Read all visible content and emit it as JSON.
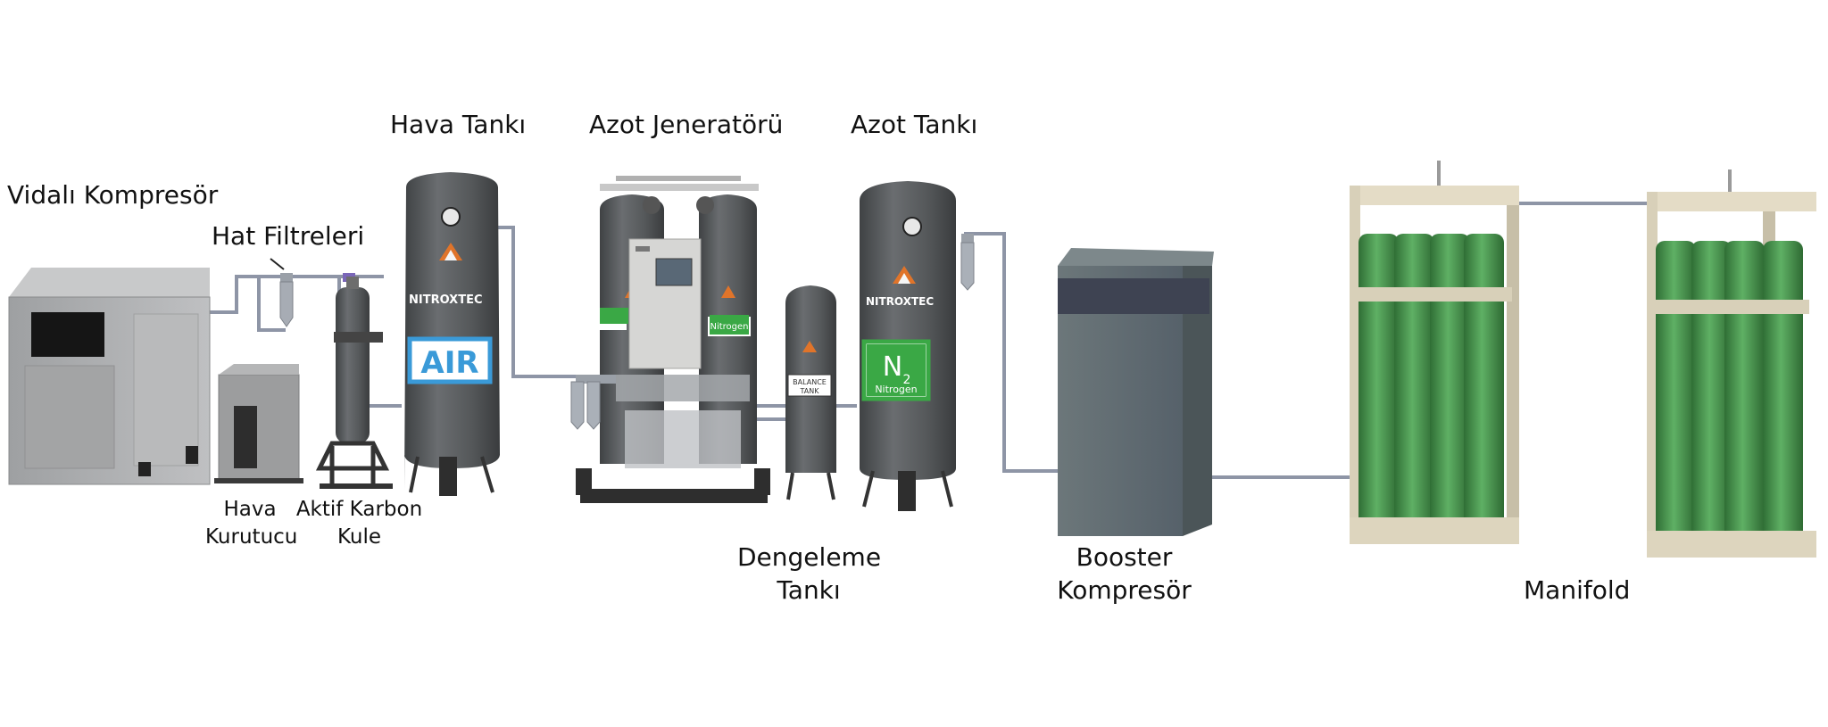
{
  "labels": {
    "vidali_kompresor": "Vidalı Kompresör",
    "hat_filtreleri": "Hat Filtreleri",
    "hava_tanki": "Hava Tankı",
    "azot_jeneratoru": "Azot Jeneratörü",
    "azot_tanki": "Azot Tankı",
    "hava_kurutucu": [
      "Hava",
      "Kurutucu"
    ],
    "aktif_karbon_kule": [
      "Aktif Karbon",
      "Kule"
    ],
    "dengeleme_tanki": [
      "Dengeleme",
      "Tankı"
    ],
    "booster_kompresor": [
      "Booster",
      "Kompresör"
    ],
    "manifold": "Manifold"
  },
  "equipment_text": {
    "brand": "NITROXTEC",
    "air_badge": "AIR",
    "n2_badge": "N",
    "n2_sub": "2",
    "nitrogen_badge": "Nitrogen",
    "balance_tank": [
      "BALANCE",
      "TANK"
    ]
  },
  "colors": {
    "tank": "#545759",
    "frame": "#d8d0b9",
    "cylinder": "#4f9a53",
    "compressor": "#a8a9aa",
    "booster": "#5f6a6d",
    "pipe": "#8e95a6",
    "air_badge": "#3a9ad8",
    "n2_badge": "#3aa845",
    "brand_orange": "#e0742a"
  }
}
